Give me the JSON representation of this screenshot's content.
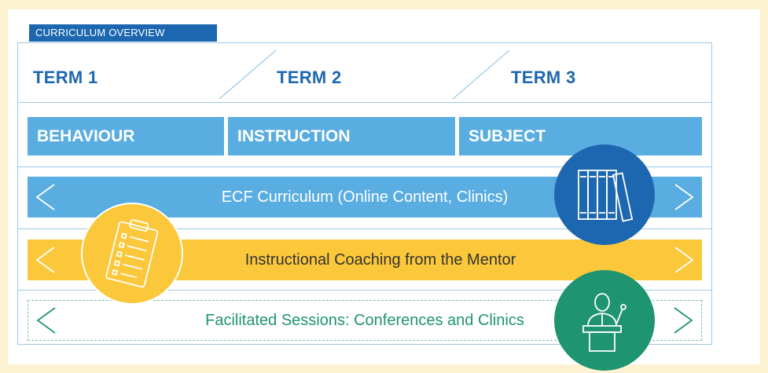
{
  "header": {
    "tag": "CURRICULUM OVERVIEW"
  },
  "terms": [
    "TERM 1",
    "TERM 2",
    "TERM 3"
  ],
  "topics": [
    "BEHAVIOUR",
    "INSTRUCTION",
    "SUBJECT"
  ],
  "bands": {
    "ecf": "ECF Curriculum (Online Content, Clinics)",
    "coaching": "Instructional Coaching from the Mentor",
    "facilitated": "Facilitated Sessions: Conferences and Clinics"
  },
  "icons": {
    "books": "books-icon",
    "clipboard": "clipboard-icon",
    "speaker": "speaker-at-podium-icon"
  },
  "colors": {
    "background": "#fdf3d3",
    "dark_blue": "#1d67b0",
    "light_blue": "#5aade0",
    "yellow": "#fbc83b",
    "green": "#1f9470"
  }
}
